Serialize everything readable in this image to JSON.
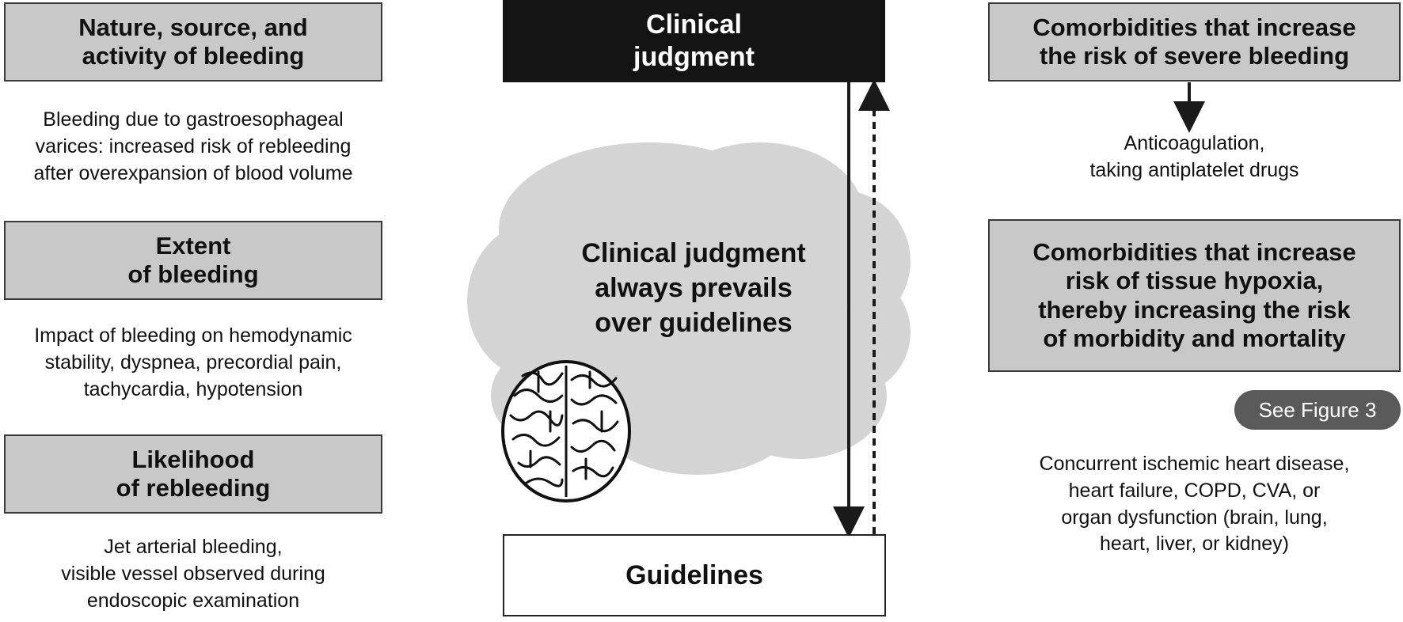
{
  "left": {
    "box1": "Nature, source, and\nactivity of bleeding",
    "text1": "Bleeding due to gastroesophageal\nvarices: increased risk of rebleeding\nafter overexpansion of blood volume",
    "box2": "Extent\nof bleeding",
    "text2": "Impact of bleeding on hemodynamic\nstability, dyspnea, precordial pain,\ntachycardia, hypotension",
    "box3": "Likelihood\nof rebleeding",
    "text3": "Jet arterial bleeding,\nvisible vessel observed during\nendoscopic examination"
  },
  "center": {
    "top_box": "Clinical\njudgment",
    "cloud_text": "Clinical judgment\nalways prevails\nover guidelines",
    "bottom_box": "Guidelines"
  },
  "right": {
    "box1": "Comorbidities that increase\nthe risk of severe bleeding",
    "text1": "Anticoagulation,\ntaking antiplatelet drugs",
    "box2": "Comorbidities that increase\nrisk of tissue hypoxia,\nthereby increasing the risk\nof morbidity and mortality",
    "badge": "See Figure 3",
    "text2": "Concurrent ischemic heart disease,\nheart failure, COPD, CVA, or\norgan dysfunction (brain, lung,\nheart, liver, or kidney)"
  },
  "colors": {
    "box_fill": "#c8c8c8",
    "cloud_fill": "#d4d4d4",
    "dark": "#141414",
    "badge": "#5a5a5a"
  },
  "icons": [
    "brain-icon",
    "arrow-down-icon",
    "arrow-up-dashed-icon"
  ]
}
